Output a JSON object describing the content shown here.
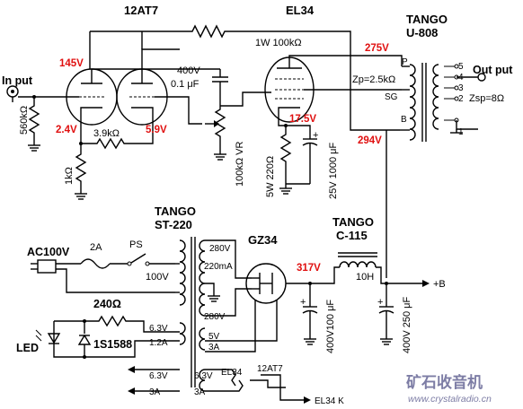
{
  "tubes": {
    "preamp": "12AT7",
    "power": "EL34",
    "rectifier": "GZ34"
  },
  "transformers": {
    "output": {
      "brand": "TANGO",
      "model": "U-808",
      "zp": "Zp=2.5kΩ",
      "zsp": "Zsp=8Ω",
      "taps": [
        "5",
        "4",
        "3",
        "2",
        "1"
      ],
      "pins": [
        "P",
        "SG",
        "B"
      ]
    },
    "power": {
      "brand": "TANGO",
      "model": "ST-220",
      "taps_hv": [
        "280V",
        "220mA",
        "280V"
      ],
      "primary": "100V",
      "h1": "6.3V",
      "h1_current": "1.2A",
      "h2": "5V",
      "h2_current": "3A",
      "h3": "6.3V",
      "h3_current": "3A"
    },
    "choke": {
      "brand": "TANGO",
      "model": "C-115",
      "inductance": "10H"
    }
  },
  "labels": {
    "input": "In put",
    "output": "Out put",
    "mains": "AC100V",
    "fuse": "2A",
    "switch": "PS",
    "b_plus": "+B",
    "led": "LED",
    "diode": "1S1588",
    "heater_63v_left": "6.3V",
    "heater_3a_left": "3A",
    "heater_63v_right": "6.3V",
    "heater_3a_right": "3A",
    "heater_el34": "EL34",
    "heater_12at7": "12AT7",
    "cathode_el34": "EL34 K"
  },
  "components": {
    "feedback_r": "1W 100kΩ",
    "coupling_c_v": "400V",
    "coupling_c_val": "0.1 μF",
    "vr": "100kΩ VR",
    "grid_r": "560kΩ",
    "cathode_r1": "3.9kΩ",
    "cathode_r2": "1kΩ",
    "el34_rk": "5W 220Ω",
    "el34_ck": "25V 1000 μF",
    "filter_c1": "400V100 μF",
    "filter_c2": "400V 250 μF",
    "led_r": "240Ω"
  },
  "voltages": {
    "v_145": "145V",
    "v_24": "2.4V",
    "v_59": "5.9V",
    "v_275": "275V",
    "v_175": "17.5V",
    "v_294": "294V",
    "v_317": "317V"
  },
  "watermark": {
    "cn": "矿石收音机",
    "url": "www.crystalradio.cn"
  },
  "colors": {
    "line": "#000000",
    "voltage": "#e01010",
    "watermark": "#7d7da5"
  }
}
